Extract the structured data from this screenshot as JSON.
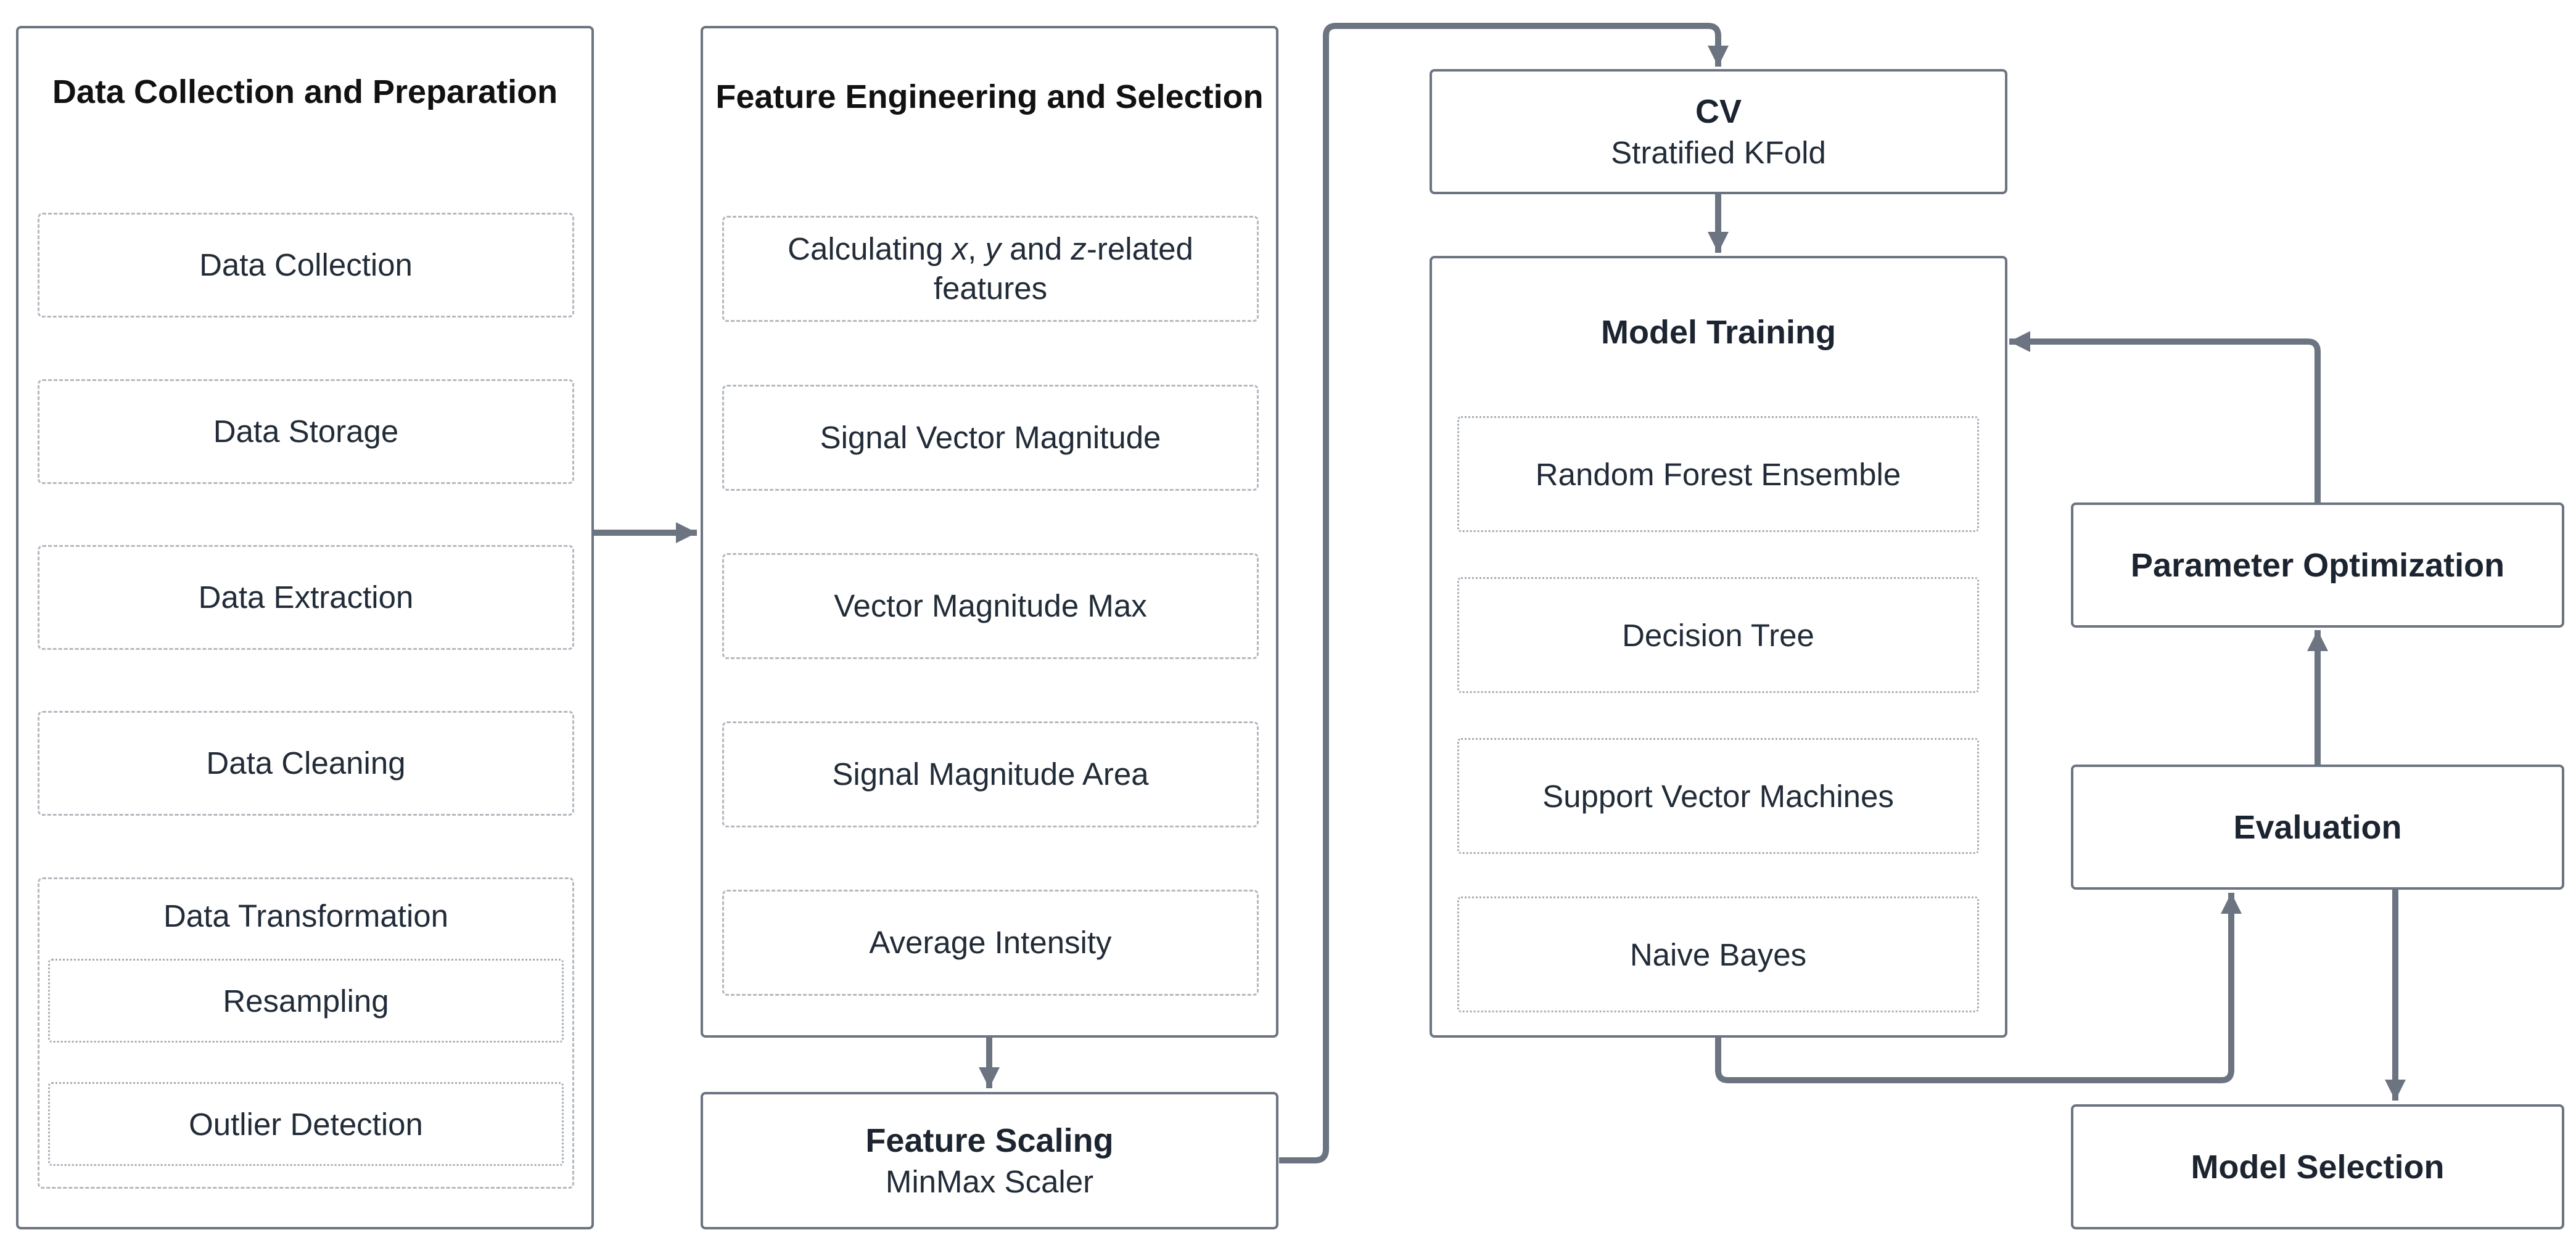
{
  "data_collection": {
    "title": "Data Collection and Preparation",
    "steps": [
      "Data Collection",
      "Data Storage",
      "Data Extraction",
      "Data Cleaning"
    ],
    "transformation": {
      "label": "Data Transformation",
      "sub_steps": [
        "Resampling",
        "Outlier Detection"
      ]
    }
  },
  "feature_engineering": {
    "title": "Feature Engineering and Selection",
    "first_step": {
      "prefix": "Calculating ",
      "var_x": "x",
      "sep1": ", ",
      "var_y": "y",
      "sep2": " and ",
      "var_z": "z",
      "suffix": "-related features"
    },
    "steps": [
      "Signal Vector Magnitude",
      "Vector Magnitude Max",
      "Signal Magnitude Area",
      "Average Intensity"
    ]
  },
  "feature_scaling": {
    "title": "Feature Scaling",
    "subtitle": "MinMax Scaler"
  },
  "cv": {
    "title": "CV",
    "subtitle": "Stratified KFold"
  },
  "model_training": {
    "title": "Model Training",
    "models": [
      "Random Forest Ensemble",
      "Decision Tree",
      "Support Vector Machines",
      "Naive Bayes"
    ]
  },
  "parameter_optimization": {
    "title": "Parameter Optimization"
  },
  "evaluation": {
    "title": "Evaluation"
  },
  "model_selection": {
    "title": "Model Selection"
  },
  "colors": {
    "border": "#6b7480",
    "dashed_border": "#b4b9c0",
    "arrow": "#6b7480",
    "text": "#1f2733"
  }
}
